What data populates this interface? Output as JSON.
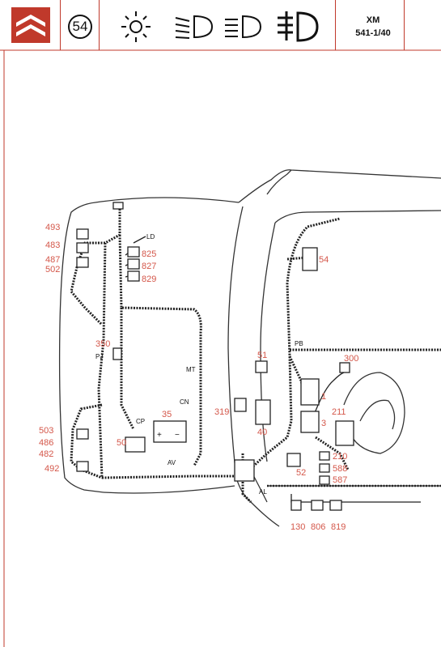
{
  "header": {
    "circle_number": "54",
    "model": "XM",
    "code": "541-1/40",
    "icons": [
      "citroen-logo-icon",
      "sidelight-icon",
      "low-beam-icon",
      "high-beam-icon",
      "fog-light-icon"
    ]
  },
  "diagram": {
    "red_labels": [
      "493",
      "483",
      "487",
      "502",
      "825",
      "827",
      "829",
      "350",
      "503",
      "486",
      "482",
      "492",
      "35",
      "50",
      "51",
      "300",
      "1",
      "319",
      "40",
      "211",
      "3",
      "210",
      "52",
      "588",
      "587",
      "54",
      "130",
      "806",
      "819"
    ],
    "harness_labels": [
      "LD",
      "MT",
      "CN",
      "CP",
      "AV",
      "PB",
      "PJ",
      "AL"
    ],
    "battery_plus": "+",
    "battery_minus": "−"
  },
  "colors": {
    "accent": "#d4574a",
    "line": "#222222",
    "brand": "#c0392b"
  }
}
